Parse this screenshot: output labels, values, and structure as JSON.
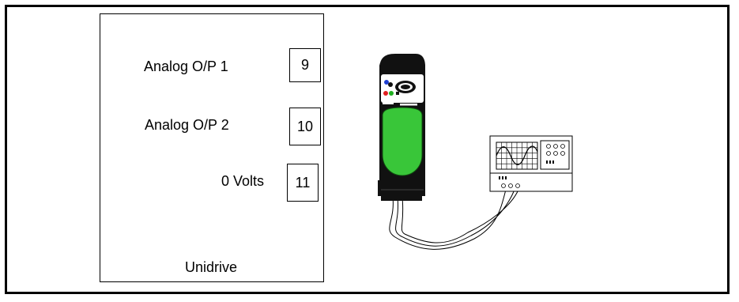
{
  "drive": {
    "name": "Unidrive",
    "terminals": [
      {
        "label": "Analog O/P 1",
        "number": "9"
      },
      {
        "label": "Analog O/P 2",
        "number": "10"
      },
      {
        "label": "0 Volts",
        "number": "11"
      }
    ]
  },
  "colors": {
    "outline": "#000000",
    "drive_display": "#39c639",
    "drive_body": "#111111",
    "keypad_blue": "#1f3fd0",
    "keypad_red": "#e02020",
    "keypad_green": "#20b020"
  },
  "icons": [
    "unidrive-unit-icon",
    "oscilloscope-icon",
    "probe-cable"
  ]
}
